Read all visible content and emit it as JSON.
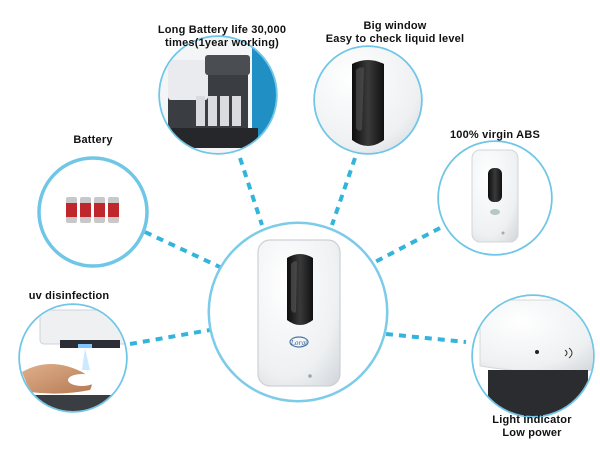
{
  "features": {
    "battery_life": {
      "label_line1": "Long Battery life 30,000",
      "label_line2": "times(1year working)",
      "icon": "battery-compartment"
    },
    "big_window": {
      "label_line1": "Big window",
      "label_line2": "Easy to check liquid level",
      "icon": "window-closeup"
    },
    "battery": {
      "label": "Battery",
      "icon": "batteries"
    },
    "virgin_abs": {
      "label": "100% virgin ABS",
      "icon": "dispenser"
    },
    "uv_disinfection": {
      "label": "uv disinfection",
      "icon": "hand-under-dispenser"
    },
    "light_indicator": {
      "label_line1": "Light indicator",
      "label_line2": "Low power",
      "icon": "indicator-light"
    }
  },
  "colors": {
    "connector": "#33b4dc",
    "ring": "#6fc6e6",
    "dispenser_body": "#f4f5f6",
    "window": "#1a1a1a"
  }
}
